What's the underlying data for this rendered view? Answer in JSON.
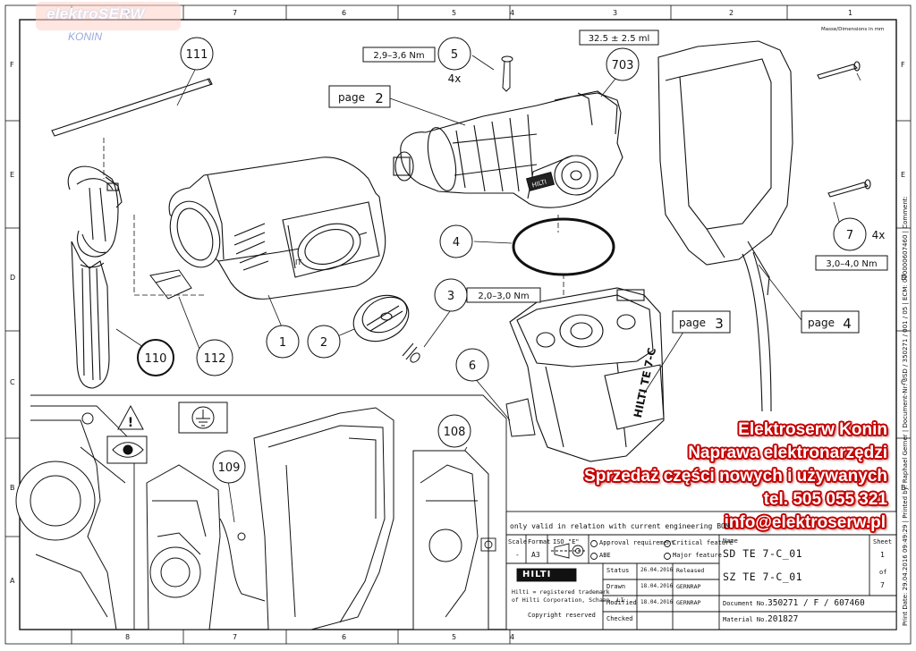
{
  "watermark": {
    "brand": "elektroSERW",
    "city": "KONIN"
  },
  "frame": {
    "columns_top": [
      "8",
      "7",
      "6",
      "5",
      "4",
      "3",
      "2",
      "1"
    ],
    "columns_bottom": [
      "8",
      "7",
      "6",
      "5",
      "4"
    ],
    "rows": [
      "F",
      "E",
      "D",
      "C",
      "B",
      "A"
    ],
    "units_label": "Masse/Dimensions in mm"
  },
  "callouts": {
    "c111": "111",
    "c5": "5",
    "c5_qty": "4x",
    "c5_torque": "2,9–3,6 Nm",
    "page2": "page",
    "page2_num": "2",
    "c703": "703",
    "c703_spec": "32.5 ± 2.5 ml",
    "c4": "4",
    "c7": "7",
    "c7_qty": "4x",
    "c7_torque": "3,0–4,0 Nm",
    "c3": "3",
    "c3_torque": "2,0–3,0 Nm",
    "c1": "1",
    "c2": "2",
    "c110": "110",
    "c112": "112",
    "c6": "6",
    "page3": "page",
    "page3_num": "3",
    "page4": "page",
    "page4_num": "4",
    "c108": "108",
    "c109": "109"
  },
  "side_note": "Print Date: 29.04.2016 09:49:29 | Printed by: Raphael Gerner | Document-Nr: USD / 350271 / 001 / 05 | ECM: 000000607460 | Comment:",
  "promo_lines": [
    "Elektroserw Konin",
    "Naprawa elektronarzędzi",
    "Sprzedaż części nowych i używanych",
    "tel. 505 055 321",
    "info@elektroserw.pl"
  ],
  "title_block": {
    "note": "only valid in relation with current engineering BOM",
    "scale_label": "Scale",
    "scale_value": "-",
    "format_label": "Format",
    "format_value": "A3",
    "iso_label": "ISO \"E\"",
    "approval": "Approval requirement",
    "critical": "Critical feature",
    "abe": "ABE",
    "major": "Major feature",
    "logo": "HILTI",
    "trademark_1": "Hilti = registered trademark",
    "trademark_2": "of Hilti Corporation, Schaan, LI",
    "copyright": "Copyright reserved",
    "status_label": "Status",
    "status_date": "26.04.2016",
    "status_value": "Released",
    "drawn_label": "Drawn",
    "drawn_date": "18.04.2016",
    "drawn_by": "GERNRAP",
    "modified_label": "Modified",
    "modified_date": "18.04.2016",
    "modified_by": "GERNRAP",
    "checked_label": "Checked",
    "name_label": "Name",
    "name_1": "SD TE 7-C_01",
    "name_2": "SZ TE 7-C_01",
    "document_label": "Document No.",
    "document_value": "350271 / F / 607460",
    "material_label": "Material No.",
    "material_value": "201827",
    "sheet_label": "Sheet",
    "sheet_value": "1",
    "of_label": "of",
    "of_value": "7"
  }
}
